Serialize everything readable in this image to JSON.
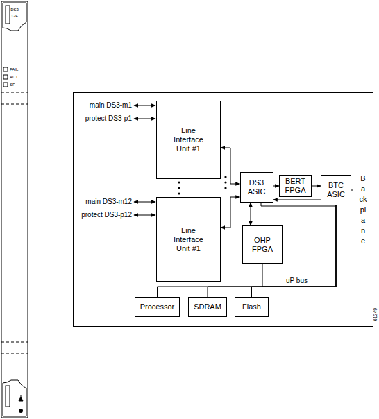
{
  "diagram": {
    "nodes": [
      {
        "text": [
          "Line Interface Unit #1"
        ]
      },
      {
        "text": [
          "Line Interface Unit #1"
        ]
      },
      {
        "text": [
          "DS3 ASIC"
        ]
      },
      {
        "text": [
          "BERT FPGA"
        ]
      },
      {
        "text": [
          "BTC ASIC"
        ]
      },
      {
        "text": [
          "OHP FPGA"
        ]
      },
      {
        "text": [
          "Processor"
        ]
      },
      {
        "text": [
          "SDRAM"
        ]
      },
      {
        "text": [
          "Flash"
        ]
      },
      {
        "text": [
          "Backplane"
        ]
      }
    ],
    "edges": [
      {
        "from": 0,
        "to": 2,
        "arrow": "both"
      },
      {
        "from": 1,
        "to": 2,
        "arrow": "both"
      },
      {
        "from": 2,
        "to": 3,
        "arrow": "to"
      },
      {
        "from": 3,
        "to": 4,
        "arrow": "to"
      },
      {
        "from": 4,
        "to": 2,
        "arrow": "to"
      },
      {
        "from": 2,
        "to": 5,
        "arrow": "both"
      },
      {
        "from": 6,
        "to": 4,
        "arrow": "none"
      },
      {
        "from": 7,
        "to": 4,
        "arrow": "none"
      },
      {
        "from": 8,
        "to": 4,
        "arrow": "none"
      },
      {
        "from": 5,
        "to": 4,
        "arrow": "none"
      },
      {
        "from": 2,
        "to": 4,
        "arrow": "none"
      },
      {
        "from": 4,
        "to": 9,
        "arrow": "none"
      }
    ],
    "labels": [
      "DS3",
      "12E",
      "FAIL",
      "ACT",
      "SF",
      "main DS3-m1",
      "protect DS3-p1",
      "main DS3-m12",
      "protect DS3-p12",
      "uP bus",
      "61349"
    ]
  }
}
